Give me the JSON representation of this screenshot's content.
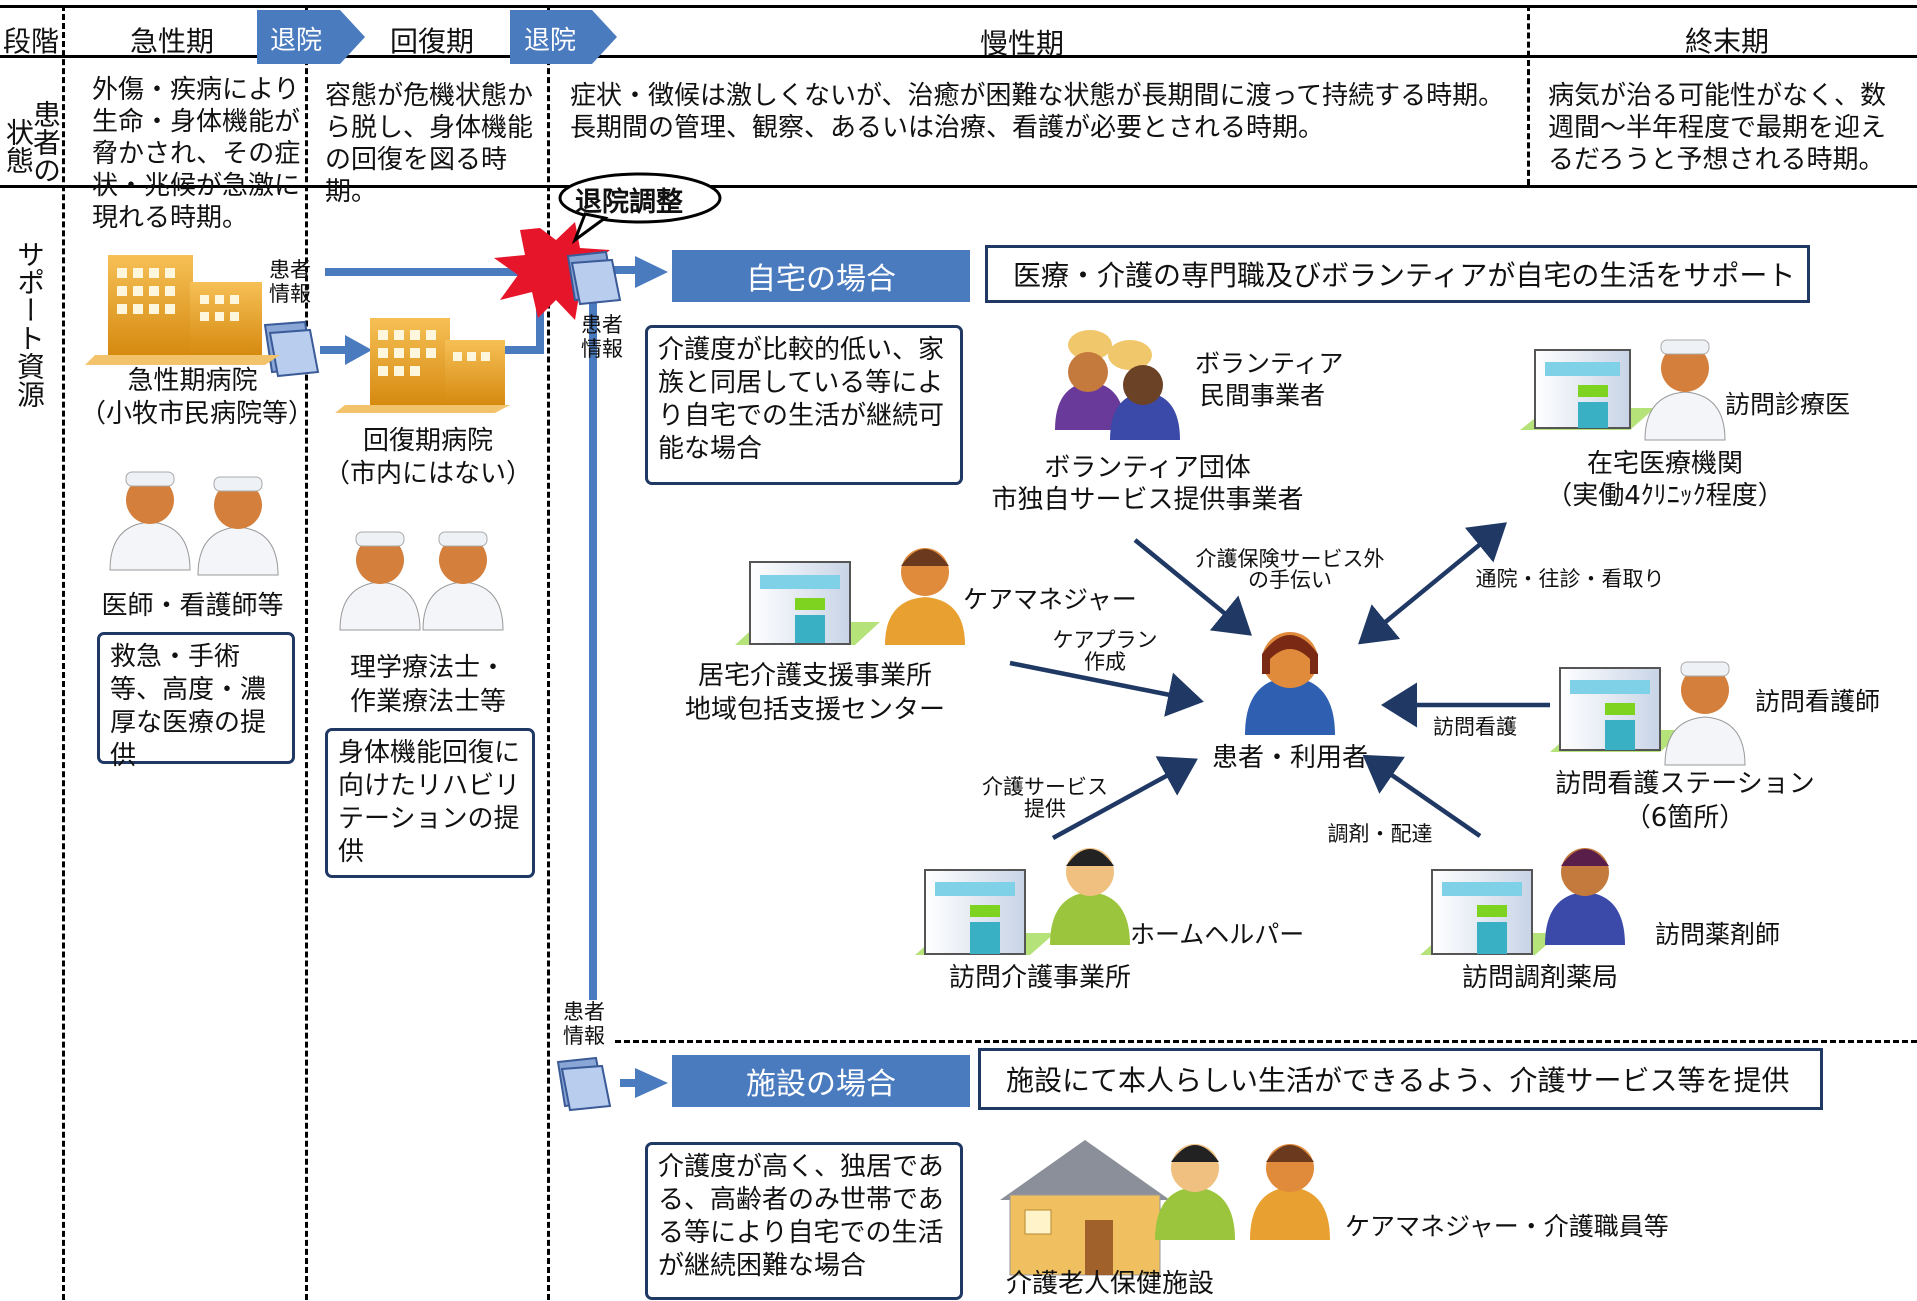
{
  "header": {
    "stage_label": "段階",
    "acute": "急性期",
    "recovery": "回復期",
    "chronic": "慢性期",
    "terminal": "終末期",
    "discharge1": "退院",
    "discharge2": "退院"
  },
  "patient_state": {
    "row_label_1": "患者の",
    "row_label_2": "状態",
    "acute": "外傷・疾病により生命・身体機能が脅かされ、その症状・兆候が急激に現れる時期。",
    "recovery": "容態が危機状態から脱し、身体機能の回復を図る時期。",
    "chronic": "症状・徴候は激しくないが、治癒が困難な状態が長期間に渡って持続する時期。長期間の管理、観察、あるいは治療、看護が必要とされる時期。",
    "terminal": "病気が治る可能性がなく、数週間～半年程度で最期を迎えるだろうと予想される時期。"
  },
  "support": {
    "row_label": "サポート資源",
    "discharge_coordination": "退院調整",
    "patient_info": "患者情報",
    "acute_hospital_1": "急性期病院",
    "acute_hospital_2": "（小牧市民病院等）",
    "doctors_nurses": "医師・看護師等",
    "acute_box": "救急・手術等、高度・濃厚な医療の提供",
    "recovery_hospital_1": "回復期病院",
    "recovery_hospital_2": "（市内にはない）",
    "therapists_1": "理学療法士・",
    "therapists_2": "作業療法士等",
    "recovery_box": "身体機能回復に向けたリハビリテーションの提供",
    "home_case": "自宅の場合",
    "home_desc": "医療・介護の専門職及びボランティアが自宅の生活をサポート",
    "home_box": "介護度が比較的低い、家族と同居している等により自宅での生活が継続可能な場合",
    "volunteer_1": "ボランティア",
    "volunteer_2": "民間事業者",
    "volunteer_group_1": "ボランティア団体",
    "volunteer_group_2": "市独自サービス提供事業者",
    "visiting_doctor": "訪問診療医",
    "home_medical_1": "在宅医療機関",
    "home_medical_2": "（実働4ｸﾘﾆｯｸ程度）",
    "care_manager": "ケアマネジャー",
    "care_support_1": "居宅介護支援事業所",
    "care_support_2": "地域包括支援センター",
    "non_insurance_1": "介護保険サービス外",
    "non_insurance_2": "の手伝い",
    "visits": "通院・往診・看取り",
    "care_plan_1": "ケアプラン",
    "care_plan_2": "作成",
    "patient_user": "患者・利用者",
    "visiting_nursing": "訪問看護",
    "visiting_nurse": "訪問看護師",
    "nursing_station_1": "訪問看護ステーション",
    "nursing_station_2": "（6箇所）",
    "care_service_1": "介護サービス",
    "care_service_2": "提供",
    "dispensing": "調剤・配達",
    "home_helper": "ホームヘルパー",
    "home_care_office": "訪問介護事業所",
    "visiting_pharmacist": "訪問薬剤師",
    "visiting_pharmacy": "訪問調剤薬局",
    "facility_case": "施設の場合",
    "facility_desc": "施設にて本人らしい生活ができるよう、介護サービス等を提供",
    "facility_box": "介護度が高く、独居である、高齢者のみ世帯である等により自宅での生活が継続困難な場合",
    "care_staff": "ケアマネジャー・介護職員等",
    "nursing_facility": "介護老人保健施設"
  },
  "colors": {
    "accent_blue": "#4a7bbf",
    "box_border": "#1f3864",
    "arrow_dark": "#1f3864",
    "hospital_orange": "#e8a020"
  }
}
